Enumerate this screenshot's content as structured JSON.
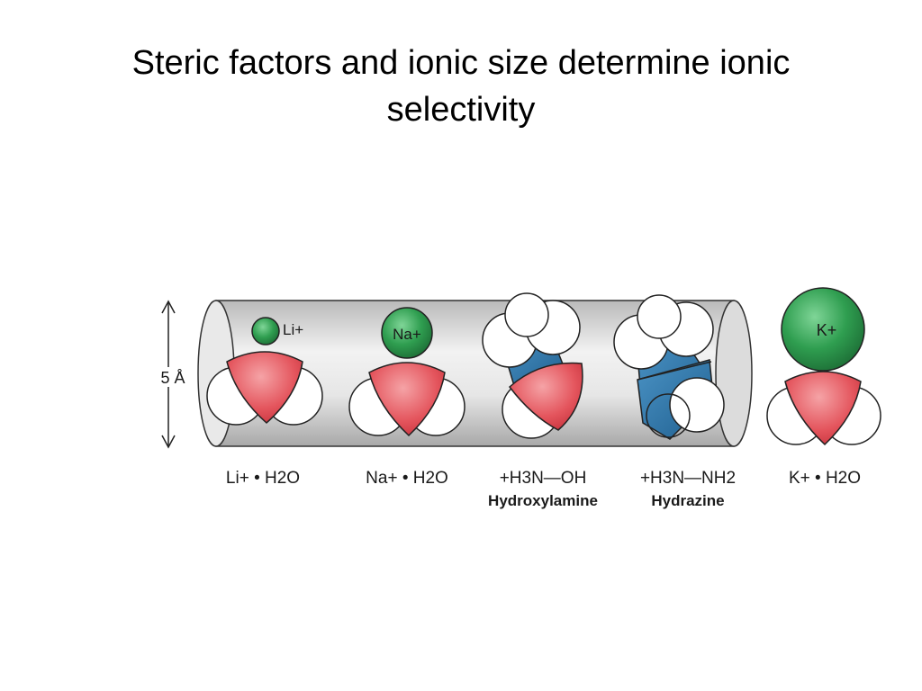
{
  "slide": {
    "title": "Steric factors and ionic size determine ionic selectivity"
  },
  "diagram": {
    "dimension_label": "5 Å",
    "ion_labels": {
      "li": "Li+",
      "na": "Na+",
      "k": "K+"
    },
    "captions": {
      "li_water": "Li+ • H2O",
      "na_water": "Na+ • H2O",
      "hydroxylamine_formula": "+H3N—OH",
      "hydroxylamine_name": "Hydroxylamine",
      "hydrazine_formula": "+H3N—NH2",
      "hydrazine_name": "Hydrazine",
      "k_water": "K+ • H2O"
    },
    "colors": {
      "ion_green": "#2e9e4e",
      "oxygen_red": "#e4555d",
      "nitrogen_blue": "#2b74a6",
      "channel_gray": "#d9d9d9"
    }
  }
}
